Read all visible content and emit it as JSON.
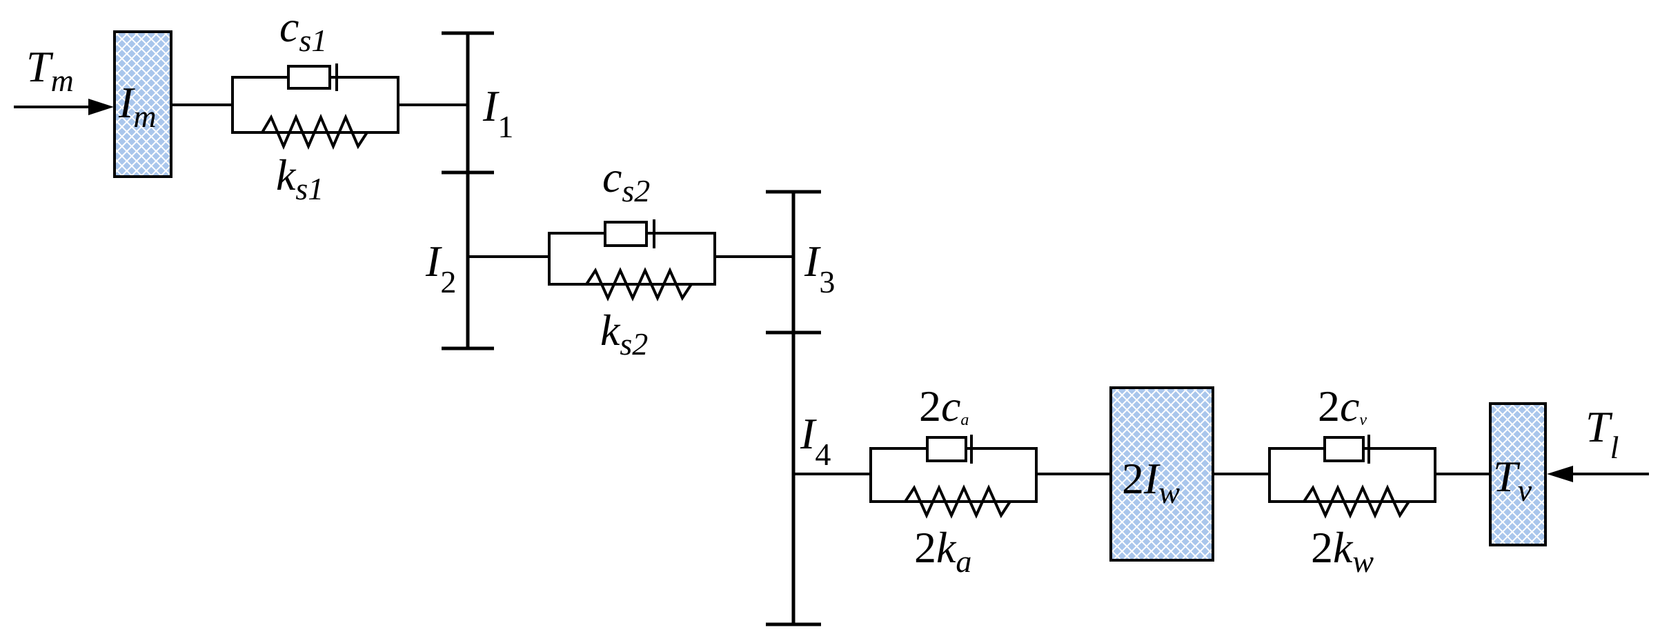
{
  "labels": {
    "T_m": {
      "main": "T",
      "sub": "m"
    },
    "I_m": {
      "main": "I",
      "sub": "m"
    },
    "c_s1": {
      "main": "c",
      "sub": "s1"
    },
    "k_s1": {
      "main": "k",
      "sub": "s1"
    },
    "I_1": {
      "main": "I",
      "sub": "1"
    },
    "I_2": {
      "main": "I",
      "sub": "2"
    },
    "c_s2": {
      "main": "c",
      "sub": "s2"
    },
    "k_s2": {
      "main": "k",
      "sub": "s2"
    },
    "I_3": {
      "main": "I",
      "sub": "3"
    },
    "I_4": {
      "main": "I",
      "sub": "4"
    },
    "c_a": {
      "coef": "2",
      "main": "c",
      "sub": "a"
    },
    "k_a": {
      "coef": "2",
      "main": "k",
      "sub": "a"
    },
    "I_w": {
      "coef": "2",
      "main": "I",
      "sub": "w"
    },
    "c_v": {
      "coef": "2",
      "main": "c",
      "sub": "v"
    },
    "k_w": {
      "coef": "2",
      "main": "k",
      "sub": "w"
    },
    "T_v": {
      "main": "T",
      "sub": "v"
    },
    "T_l": {
      "main": "T",
      "sub": "l"
    }
  },
  "colors": {
    "inertia_fill": "#a9c6ec",
    "inertia_hatch": "#ffffff",
    "line": "#000000"
  }
}
